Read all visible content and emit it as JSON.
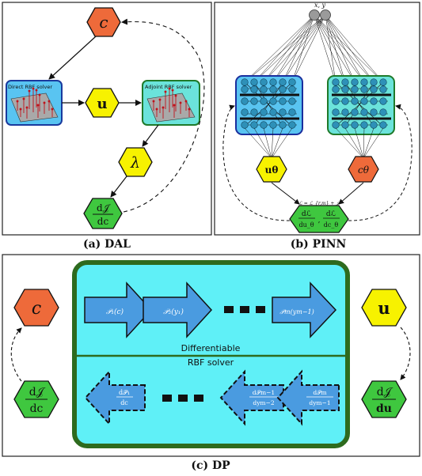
{
  "colors": {
    "orange": "#EE6A3A",
    "yellow": "#F7F200",
    "green": "#3FC73F",
    "cyan": "#5FF0F7",
    "rbf_box_blue": "#59C4F1",
    "rbf_box_green": "#6BE3DB",
    "arrow_blue": "#4A9BE0",
    "dark_green": "#2E6B1E",
    "dashed_arrow": "#4AA3E6"
  },
  "panel_a": {
    "caption": "(a) DAL",
    "c_label": "c",
    "u_label": "u",
    "lambda_label": "λ",
    "grad_label": "dJ/dc",
    "direct_solver_label": "Direct RBF solver",
    "adjoint_solver_label": "Adjoint RBF solver"
  },
  "panel_b": {
    "caption": "(b) PINN",
    "inputs_label": "x, y",
    "u_theta_label": "uθ",
    "c_theta_label": "cθ",
    "loss_label": "ℒ = ℒ_{r,m} + 𝒥",
    "grad_u_label": "dℒ/du_θ",
    "grad_c_label": "dℒ/dc_θ"
  },
  "panel_c": {
    "caption": "(c) DP",
    "c_label": "c",
    "u_label": "u",
    "grad_c_label": "dJ/dc",
    "grad_u_label": "dJ/du",
    "differentiable_label": "Differentiable",
    "rbf_solver_label": "RBF solver",
    "forward_ops": [
      "𝒫₁(c)",
      "𝒫₂(y₁)",
      "𝒫m(ym−1)"
    ],
    "backward_ops": [
      "d𝒫₁/dc",
      "d𝒫m−1/dym−2",
      "d𝒫m/dym−1"
    ]
  }
}
